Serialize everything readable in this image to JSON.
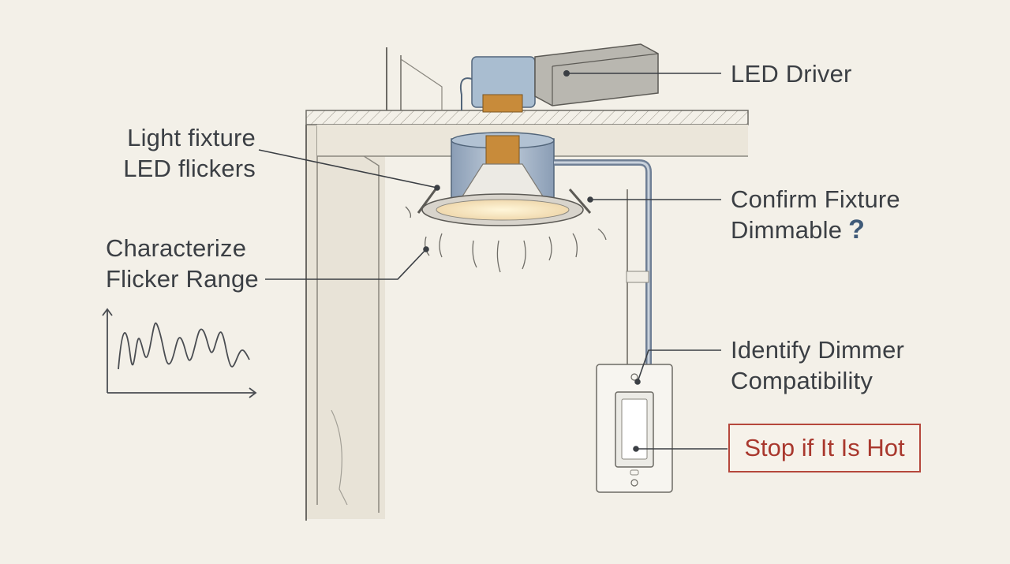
{
  "labels": {
    "led_driver": "LED Driver",
    "fixture_flickers": [
      "Light fixture",
      "LED flickers"
    ],
    "characterize": [
      "Characterize",
      "Flicker Range"
    ],
    "confirm_dimmable": [
      "Confirm Fixture",
      "Dimmable"
    ],
    "question_mark": "?",
    "dimmer_compat": [
      "Identify Dimmer",
      "Compatibility"
    ],
    "stop_hot": "Stop if It Is Hot"
  },
  "colors": {
    "background": "#f3f0e8",
    "ink": "#3b3f44",
    "warning": "#b5473c",
    "accent_blue": "#3f5a78"
  }
}
